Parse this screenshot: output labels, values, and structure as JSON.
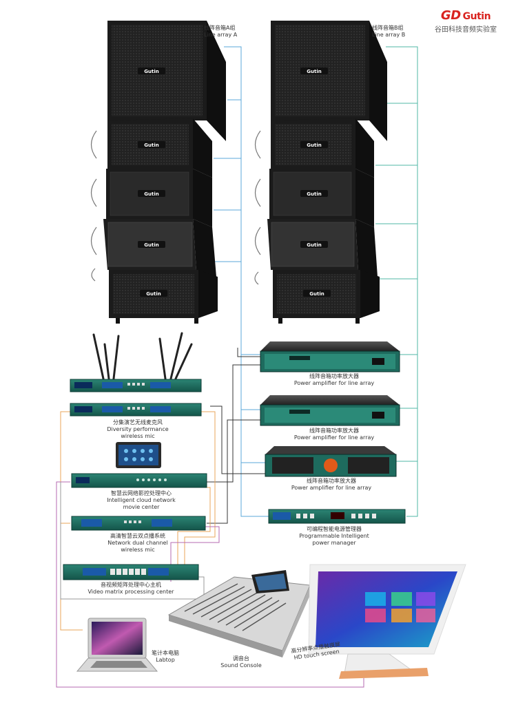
{
  "brand": {
    "logo_mark": "GD",
    "logo_text": "Gutin",
    "subtitle": "谷田科技音频实验室"
  },
  "speaker_logo": "Gutin",
  "labels": {
    "line_array_a": {
      "cn": "线阵音箱A组",
      "en": "Line array A"
    },
    "line_array_b": {
      "cn": "线阵音箱B组",
      "en": "Line array B"
    },
    "amp1": {
      "cn": "线阵音箱功率放大器",
      "en": "Power amplifier for line array"
    },
    "amp2": {
      "cn": "线阵音箱功率放大器",
      "en": "Power amplifier for line array"
    },
    "amp3": {
      "cn": "线阵音箱功率放大器",
      "en": "Power amplifier for line array"
    },
    "power_manager": {
      "cn": "可编程智能电源管理器",
      "en1": "Programmable Intelligent",
      "en2": "power manager"
    },
    "diversity_mic": {
      "cn": "分集演艺无线麦克风",
      "en1": "Diversity performance",
      "en2": "wireless mic"
    },
    "movie_center": {
      "cn": "智慧云网络影控处理中心",
      "en1": "Intelligent cloud network",
      "en2": "movie center"
    },
    "network_mic": {
      "cn": "高清智慧云双点播系统",
      "en1": "Network dual channel",
      "en2": "wireless mic"
    },
    "video_matrix": {
      "cn": "音视频矩阵处理中心主机",
      "en": "Video matrix processing center"
    },
    "laptop": {
      "cn": "笔计本电脑",
      "en": "Labtop"
    },
    "console": {
      "cn": "调音台",
      "en": "Sound Console"
    },
    "touch_screen": {
      "cn": "高分辨率点播触摸屏",
      "en": "HD touch screen"
    }
  },
  "colors": {
    "teal_line": "#4fb7a6",
    "blue_line": "#5aa7d8",
    "orange_line": "#e8a65a",
    "purple_line": "#b56ab0",
    "dark_line": "#333333",
    "rack_green": "#1e6b5e",
    "speaker_black": "#1a1a1a",
    "brand_red": "#d9231f"
  }
}
